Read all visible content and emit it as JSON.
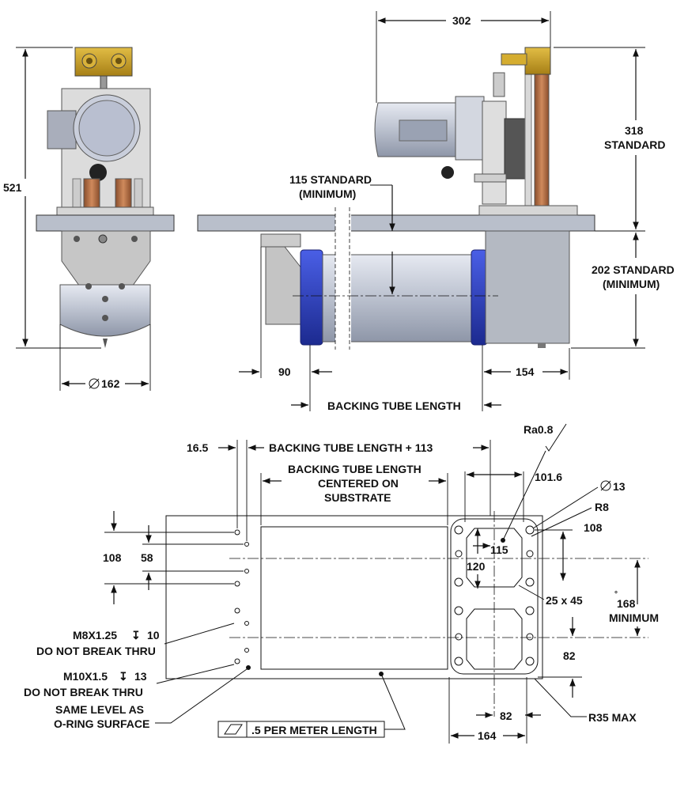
{
  "labels": {
    "d302": "302",
    "d318": "318",
    "d318b": "STANDARD",
    "d521": "521",
    "d115a": "115 STANDARD",
    "d115b": "(MINIMUM)",
    "d202a": "202 STANDARD",
    "d202b": "(MINIMUM)",
    "d90": "90",
    "d154": "154",
    "d162": "162",
    "btl": "BACKING TUBE LENGTH",
    "d16_5": "16.5",
    "btl113": "BACKING TUBE LENGTH + 113",
    "ra": "Ra0.8",
    "centered1": "BACKING TUBE LENGTH",
    "centered2": "CENTERED ON",
    "centered3": "SUBSTRATE",
    "d101_6": "101.6",
    "d13": "13",
    "r8": "R8",
    "d108a": "108",
    "d115": "115",
    "d120": "120",
    "d25x45": "25 x 45",
    "d108b": "108",
    "d58": "58",
    "d168a": "168",
    "d168b": "MINIMUM",
    "m8a": "M8X1.25",
    "m8b": "10",
    "m8c": "DO NOT BREAK THRU",
    "m10a": "M10X1.5",
    "m10b": "13",
    "m10c": "DO NOT BREAK THRU",
    "same1": "SAME LEVEL AS",
    "same2": "O-RING SURFACE",
    "d82a": "82",
    "d82b": "82",
    "r35": "R35 MAX",
    "d164": "164",
    "flat": ".5 PER METER LENGTH"
  },
  "colors": {
    "brass": "#c9a227",
    "copper": "#b06a3e",
    "motor": "#c8cdd8",
    "blue": "#2b3fc4",
    "plate": "#b9bfcb"
  }
}
